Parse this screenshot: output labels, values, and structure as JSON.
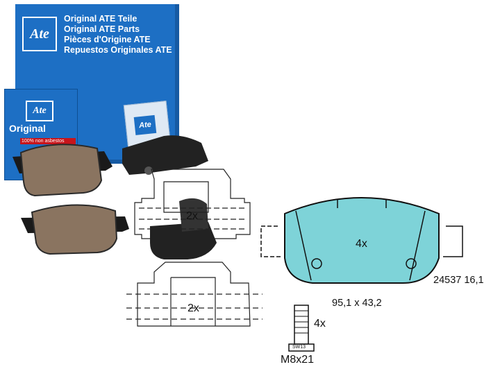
{
  "box": {
    "logo": "Ate",
    "lines": [
      "Original ATE Teile",
      "Original ATE Parts",
      "Pièces d'Origine ATE",
      "Repuestos Originales ATE"
    ],
    "small_logo": "Ate",
    "small_title": "Original",
    "small_note": "100% non asbestos",
    "leaflet_logo": "Ate"
  },
  "diagram": {
    "clip_top_count": "2x",
    "clip_bottom_count": "2x",
    "pad_count": "4x",
    "dimensions": "95,1 x 43,2",
    "part_code": "24537 16,1",
    "bolt_count": "4x",
    "bolt_spec": "M8x21",
    "bolt_wrench": "SW13"
  },
  "colors": {
    "ate_blue": "#1d6fc4",
    "pad_fill": "#7ed3d8",
    "pad_material": "#8a7460"
  }
}
